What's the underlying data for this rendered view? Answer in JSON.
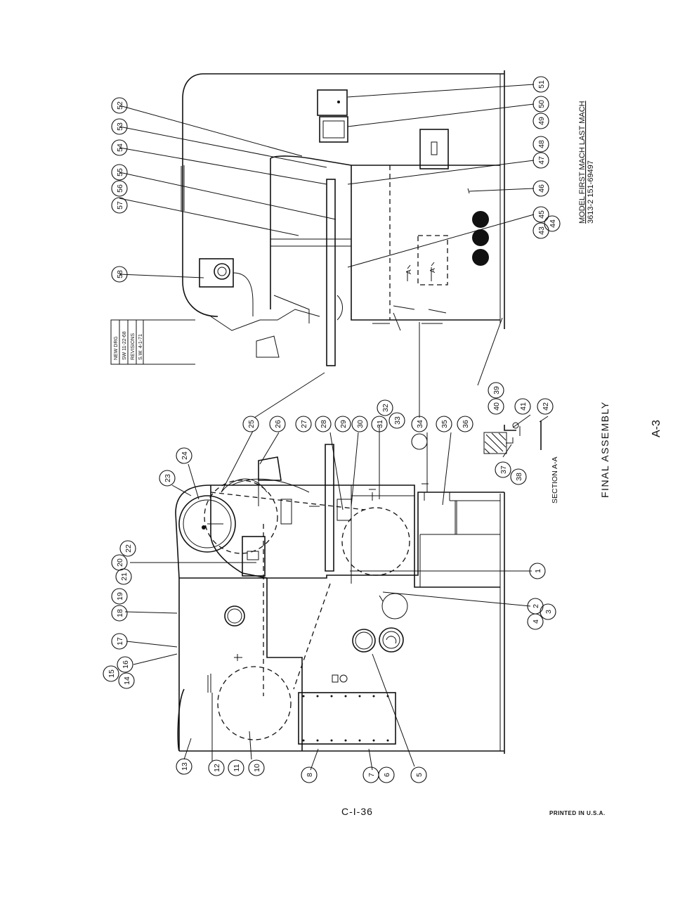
{
  "sheet": {
    "title": "FINAL ASSEMBLY",
    "sheet_id": "A-3",
    "page_number": "C-I-36",
    "printed": "PRINTED IN U.S.A.",
    "section_label": "SECTION A-A",
    "section_marker": "A",
    "model_header": "MODEL  FIRST MACH  LAST MACH",
    "model_values": "3613-2  151-69497",
    "revision_block": [
      "NEW DRG",
      "SW 11-22-68",
      "REVISIONS",
      "S.W. 4-1-71"
    ]
  },
  "callouts": {
    "c1": "1",
    "c2": "2",
    "c3": "3",
    "c4": "4",
    "c5": "5",
    "c6": "6",
    "c7": "7",
    "c8": "8",
    "c10": "10",
    "c11": "11",
    "c12": "12",
    "c13": "13",
    "c14": "14",
    "c15": "15",
    "c16": "16",
    "c17": "17",
    "c18": "18",
    "c19": "19",
    "c20": "20",
    "c21": "21",
    "c22": "22",
    "c23": "23",
    "c24": "24",
    "c25": "25",
    "c26": "26",
    "c27": "27",
    "c28": "28",
    "c29": "29",
    "c30": "30",
    "c31": "31",
    "c32": "32",
    "c33": "33",
    "c34": "34",
    "c35": "35",
    "c36": "36",
    "c37": "37",
    "c38": "38",
    "c39": "39",
    "c40": "40",
    "c41": "41",
    "c42": "42",
    "c43": "43",
    "c44": "44",
    "c45": "45",
    "c46": "46",
    "c47": "47",
    "c48": "48",
    "c49": "49",
    "c50": "50",
    "c51": "51",
    "c52": "52",
    "c53": "53",
    "c54": "54",
    "c55": "55",
    "c56": "56",
    "c57": "57",
    "c58": "58"
  }
}
